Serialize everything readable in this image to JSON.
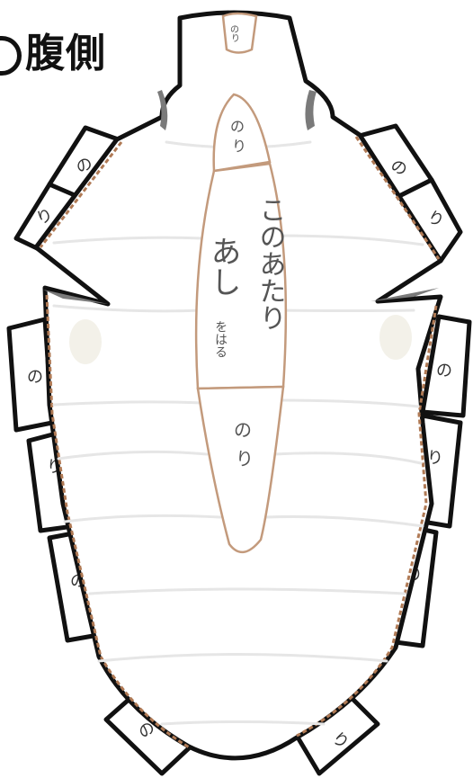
{
  "heading": {
    "number_glyph": "",
    "label": "腹側"
  },
  "glue_label_no": "の",
  "glue_label_ri": "り",
  "center_note": {
    "line1": "このあたり",
    "line2": "あし",
    "small": "をはる"
  },
  "colors": {
    "outline": "#111111",
    "glue_guide": "#b07a55",
    "center_stroke": "#c39a7c",
    "segment_line": "#e6e6e6",
    "shadow": "#7a7a7a"
  }
}
